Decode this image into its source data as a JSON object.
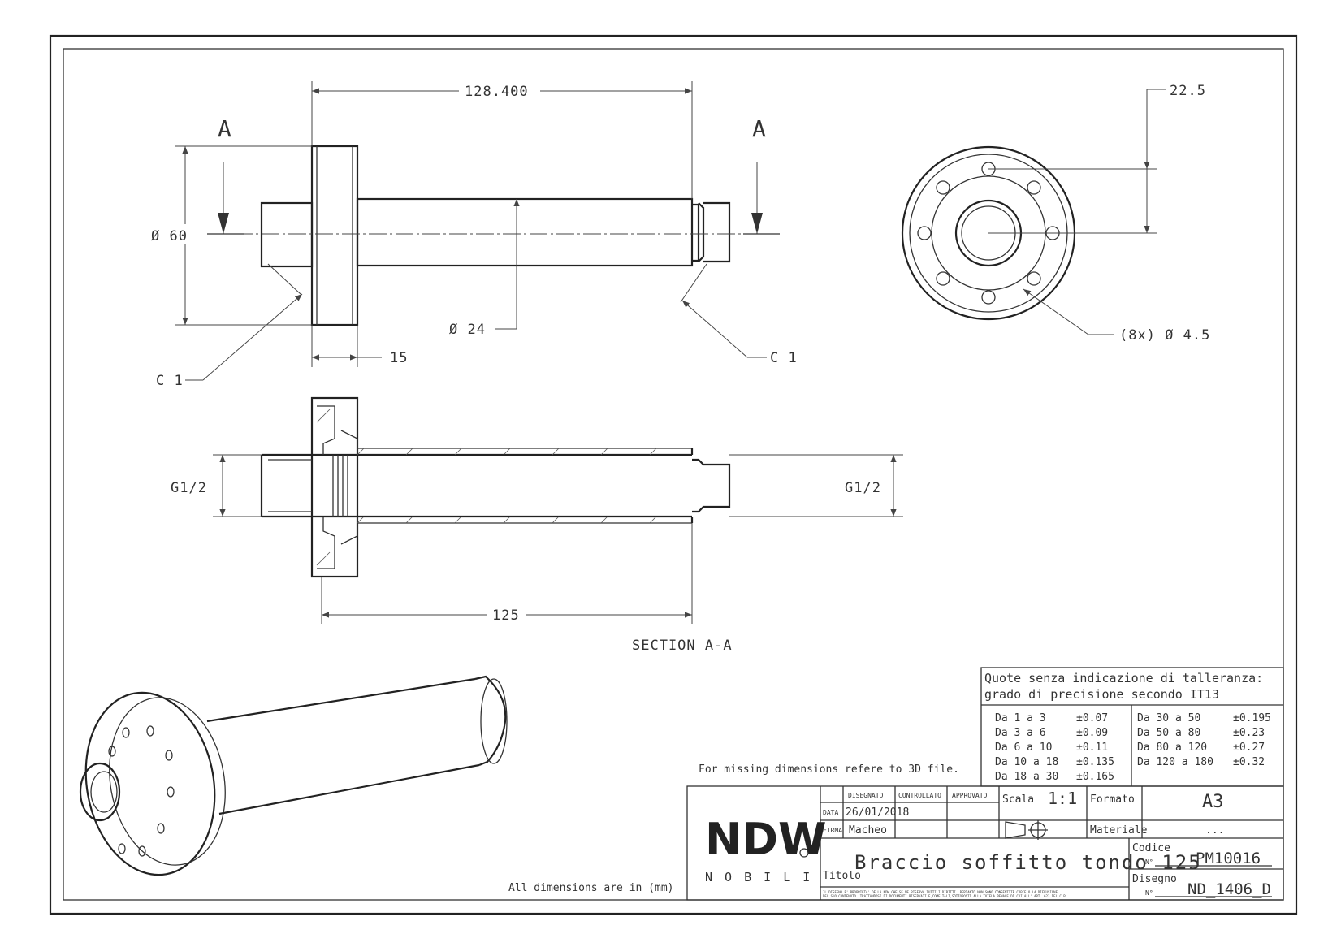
{
  "section_labels": {
    "left": "A",
    "right": "A"
  },
  "dimensions": {
    "overall_length": "128.400",
    "flange_diameter": "Ø 60",
    "shaft_diameter": "Ø 24",
    "flange_thickness": "15",
    "chamfer_left": "C 1",
    "chamfer_right": "C 1",
    "bolt_circle_offset": "22.5",
    "holes": "(8x) Ø 4.5",
    "thread_left": "G1/2",
    "thread_right": "G1/2",
    "section_length": "125"
  },
  "section_title": "SECTION A-A",
  "notes": {
    "missing_dims": "For missing dimensions refere to 3D file.",
    "units": "All dimensions are in (mm)"
  },
  "tolerance_table": {
    "header_line1": "Quote senza indicazione di talleranza:",
    "header_line2": "grado di precisione secondo IT13",
    "left": [
      {
        "range": "Da 1 a 3",
        "tol": "±0.07"
      },
      {
        "range": "Da 3 a 6",
        "tol": "±0.09"
      },
      {
        "range": "Da 6 a 10",
        "tol": "±0.11"
      },
      {
        "range": "Da 10 a 18",
        "tol": "±0.135"
      },
      {
        "range": "Da 18 a 30",
        "tol": "±0.165"
      }
    ],
    "right": [
      {
        "range": "Da 30 a 50",
        "tol": "±0.195"
      },
      {
        "range": "Da 50 a 80",
        "tol": "±0.23"
      },
      {
        "range": "Da 80 a 120",
        "tol": "±0.27"
      },
      {
        "range": "Da 120 a 180",
        "tol": "±0.32"
      }
    ]
  },
  "title_block": {
    "logo_sub": "N O B I L I",
    "col_disegnato": "DISEGNATO",
    "col_controllato": "CONTROLLATO",
    "col_approvato": "APPROVATO",
    "row_data": "DATA",
    "row_firma": "FIRMA",
    "date": "26/01/2018",
    "drawn_by": "Macheo",
    "scala_label": "Scala",
    "scala_value": "1:1",
    "formato_label": "Formato",
    "formato_value": "A3",
    "materiale_label": "Materiale",
    "materiale_value": "...",
    "titolo_label": "Titolo",
    "title": "Braccio soffitto tondo 125",
    "codice_label": "Codice",
    "codice_n": "N°",
    "codice_value": "PM10016",
    "disegno_label": "Disegno",
    "disegno_n": "N°",
    "disegno_value": "ND_1406_D",
    "legal_line1": "IL DISEGNO E' PROPRIETA' DELLA NDW CHE SE NE RISERVA TUTTI I DIRITTI. PERTANTO NON SONO CONSENTITE COPIE O LA DIFFUSIONE",
    "legal_line2": "DEL SUO CONTENUTO. TRATTANDOSI DI DOCUMENTI RISERVATI E,COME TALI,SOTTOPOSTI ALLA TUTELA PENALE DI CUI ALL' ART. 623 DEL C.P."
  }
}
